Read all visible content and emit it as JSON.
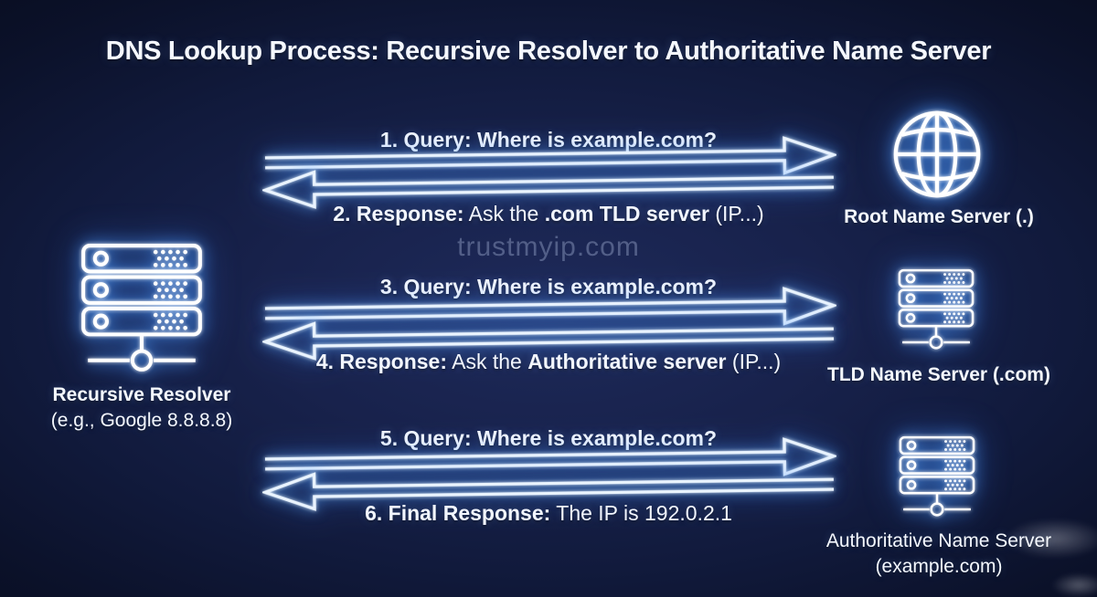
{
  "title": "DNS Lookup Process: Recursive Resolver to Authoritative Name Server",
  "watermark": "trustmyip.com",
  "colors": {
    "background_center": "#1e2a5a",
    "background_edge": "#080c1d",
    "icon_stroke": "#ffffff",
    "arrow_stroke": "#eaf4ff",
    "glow": "#5aa0ff",
    "text": "#f2f6ff",
    "watermark_text": "#a5b4d7"
  },
  "nodes": {
    "resolver": {
      "icon": "server-rack-icon",
      "label": "Recursive Resolver",
      "sublabel": "(e.g., Google 8.8.8.8)"
    },
    "root": {
      "icon": "globe-icon",
      "label": "Root Name Server (.)"
    },
    "tld": {
      "icon": "server-rack-icon",
      "label": "TLD Name Server (.com)"
    },
    "authoritative": {
      "icon": "server-rack-icon",
      "label": "Authoritative Name Server",
      "sublabel": "(example.com)"
    }
  },
  "messages": [
    {
      "step": 1,
      "direction": "right",
      "parts": [
        "1. Query: Where is example.com?"
      ]
    },
    {
      "step": 2,
      "direction": "left",
      "parts": [
        "2. Response:",
        " Ask the ",
        ".com TLD server",
        " (IP...)"
      ]
    },
    {
      "step": 3,
      "direction": "right",
      "parts": [
        "3. Query: Where is example.com?"
      ]
    },
    {
      "step": 4,
      "direction": "left",
      "parts": [
        "4. Response:",
        " Ask the ",
        "Authoritative server",
        " (IP...)"
      ]
    },
    {
      "step": 5,
      "direction": "right",
      "parts": [
        "5. Query: Where is example.com?"
      ]
    },
    {
      "step": 6,
      "direction": "left",
      "parts": [
        "6. Final Response:",
        " The IP is 192.0.2.1"
      ]
    }
  ]
}
